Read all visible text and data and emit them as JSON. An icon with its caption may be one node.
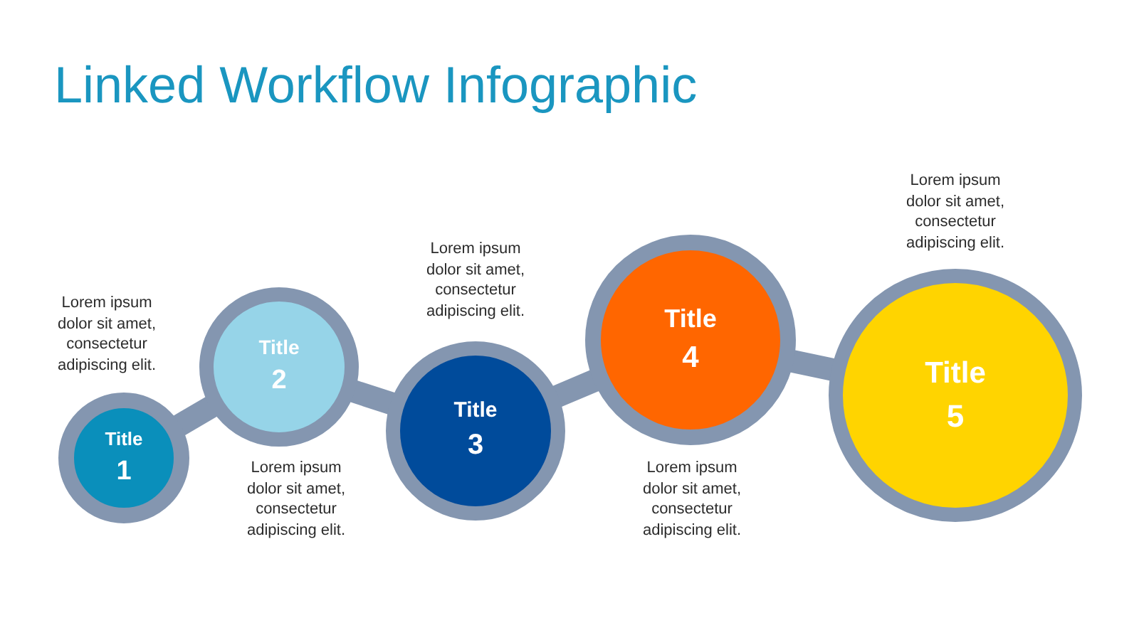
{
  "diagram": {
    "title": "Linked Workflow Infographic",
    "nodes": [
      {
        "text": [
          "Title",
          "1"
        ],
        "beside": [
          "Lorem ipsum dolor sit amet, consectetur adipiscing elit."
        ]
      },
      {
        "text": [
          "Title",
          "2"
        ],
        "beside": [
          "Lorem ipsum dolor sit amet, consectetur adipiscing elit."
        ]
      },
      {
        "text": [
          "Title",
          "3"
        ],
        "beside": [
          "Lorem ipsum dolor sit amet, consectetur adipiscing elit."
        ]
      },
      {
        "text": [
          "Title",
          "4"
        ],
        "beside": [
          "Lorem ipsum dolor sit amet, consectetur adipiscing elit."
        ]
      },
      {
        "text": [
          "Title",
          "5"
        ],
        "beside": [
          "Lorem ipsum dolor sit amet, consectetur adipiscing elit."
        ]
      }
    ],
    "edges": [
      {
        "from": 0,
        "to": 1,
        "arrow": "none"
      },
      {
        "from": 1,
        "to": 2,
        "arrow": "none"
      },
      {
        "from": 2,
        "to": 3,
        "arrow": "none"
      },
      {
        "from": 3,
        "to": 4,
        "arrow": "none"
      }
    ]
  }
}
